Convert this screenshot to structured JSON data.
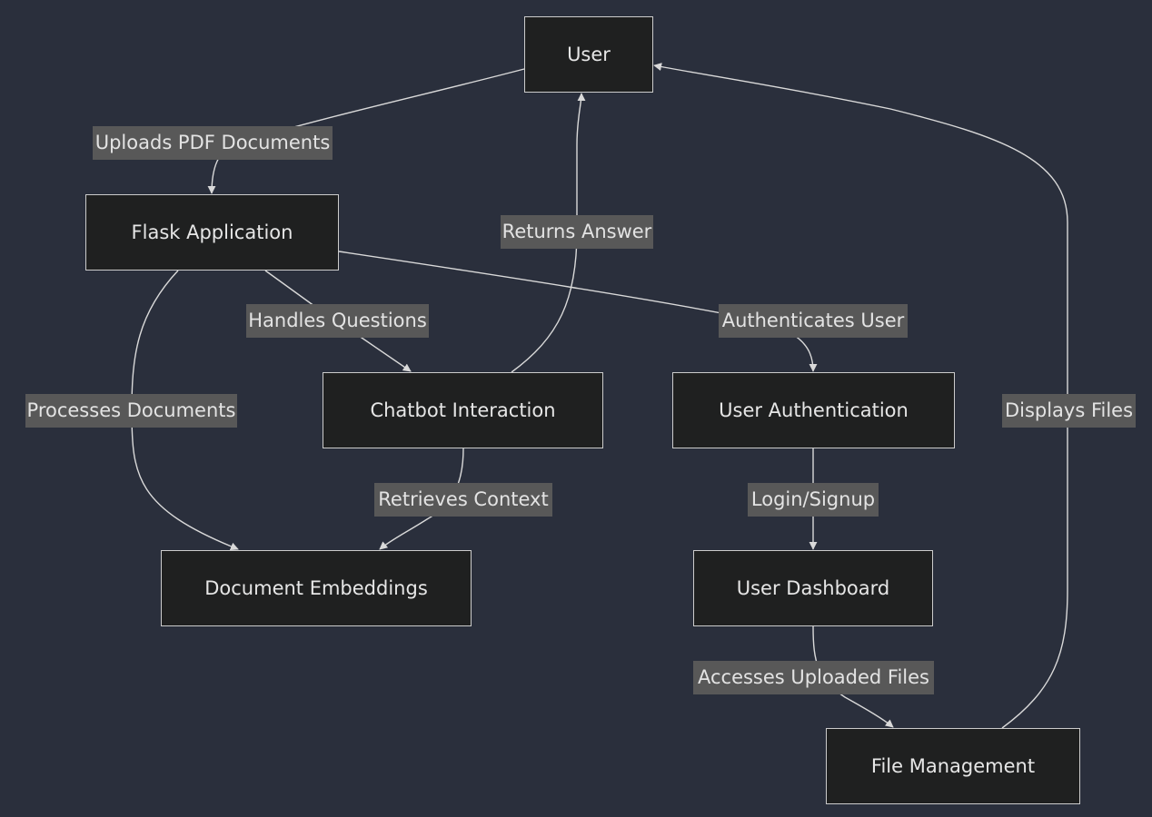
{
  "nodes": {
    "user": "User",
    "flask_app": "Flask Application",
    "chatbot": "Chatbot Interaction",
    "user_auth": "User Authentication",
    "doc_embeddings": "Document Embeddings",
    "user_dashboard": "User Dashboard",
    "file_management": "File Management"
  },
  "edges": {
    "uploads_pdf": "Uploads PDF Documents",
    "returns_answer": "Returns Answer",
    "handles_questions": "Handles Questions",
    "authenticates_user": "Authenticates User",
    "processes_documents": "Processes Documents",
    "displays_files": "Displays Files",
    "retrieves_context": "Retrieves Context",
    "login_signup": "Login/Signup",
    "accesses_uploaded_files": "Accesses Uploaded Files"
  },
  "colors": {
    "background": "#2a2f3c",
    "node_fill": "#1f2020",
    "node_border": "#cccccc",
    "edge_stroke": "#d9d9d9",
    "label_background": "#585858",
    "text": "#e6e6e6"
  }
}
